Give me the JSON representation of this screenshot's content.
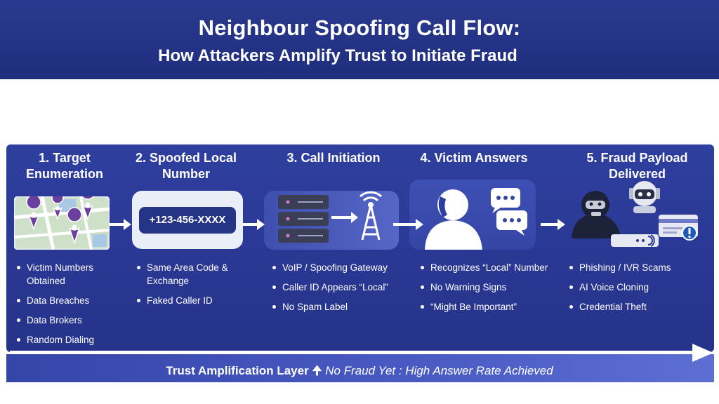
{
  "header": {
    "title": "Neighbour Spoofing Call Flow:",
    "subtitle": "How Attackers Amplify Trust to Initiate Fraud"
  },
  "stages": [
    {
      "title": "1. Target Enumeration",
      "icon": "map-pins-icon",
      "bullets": [
        "Victim Numbers Obtained",
        "Data Breaches",
        "Data Brokers",
        "Random Dialing"
      ]
    },
    {
      "title": "2. Spoofed Local Number",
      "icon": "phone-number-card-icon",
      "number": "+123-456-XXXX",
      "bullets": [
        "Same Area Code & Exchange",
        "Faked Caller ID"
      ]
    },
    {
      "title": "3. Call Initiation",
      "icon": "server-tower-icon",
      "bullets": [
        "VoIP / Spoofing Gateway",
        "Caller ID Appears “Local”",
        "No Spam Label"
      ]
    },
    {
      "title": "4. Victim Answers",
      "icon": "person-on-phone-icon",
      "bullets": [
        "Recognizes “Local” Number",
        "No Warning Signs",
        "“Might Be Important”"
      ]
    },
    {
      "title": "5. Fraud Payload Delivered",
      "icon": "hacker-robot-card-icon",
      "bullets": [
        "Phishing / IVR Scams",
        "AI Voice Cloning",
        "Credential Theft"
      ]
    }
  ],
  "footer": {
    "layer": "Trust Amplification Layer",
    "arrow": "🠉",
    "status": "No Fraud Yet : High Answer Rate Achieved"
  },
  "colors": {
    "header_bg": "#2a3a8e",
    "panel_bg": "#2b3992",
    "pin": "#6b3fa0",
    "text": "#ffffff"
  }
}
